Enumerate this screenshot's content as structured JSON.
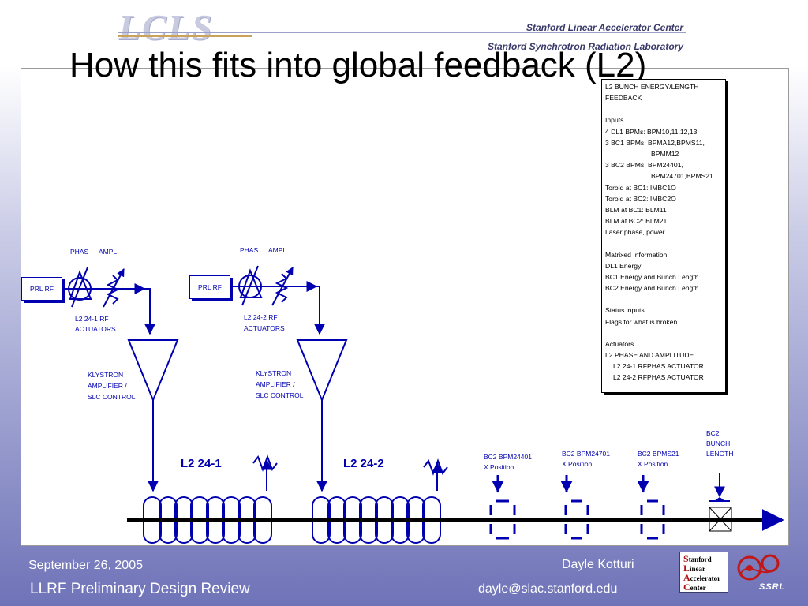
{
  "header": {
    "logo": "LCLS",
    "org1": "Stanford Linear Accelerator Center",
    "org2": "Stanford Synchrotron Radiation Laboratory",
    "title": "How this fits into global feedback (L2)"
  },
  "info_box": {
    "lines": [
      "L2 BUNCH ENERGY/LENGTH",
      "FEEDBACK",
      "",
      "Inputs",
      "4 DL1 BPMs: BPM10,11,12,13",
      "3 BC1 BPMs: BPMA12,BPMS11,",
      "BPMM12",
      "3 BC2 BPMs: BPM24401,",
      "BPM24701,BPMS21",
      "Toroid at BC1: IMBC1O",
      "Toroid at BC2: IMBC2O",
      "BLM at BC1: BLM11",
      "BLM at BC2: BLM21",
      "Laser phase, power",
      "",
      "Matrixed Information",
      "DL1 Energy",
      "BC1 Energy and Bunch Length",
      "BC2 Energy and Bunch Length",
      "",
      "Status inputs",
      "Flags for what is broken",
      "",
      "Actuators",
      "L2 PHASE AND AMPLITUDE",
      "L2 24-1 RFPHAS ACTUATOR",
      "L2 24-2 RFPHAS ACTUATOR"
    ]
  },
  "stations": [
    {
      "prl_rf": "PRL RF",
      "phas": "PHAS",
      "ampl": "AMPL",
      "actuators_line1": "L2 24-1 RF",
      "actuators_line2": "ACTUATORS",
      "klystron_line1": "KLYSTRON",
      "klystron_line2": "AMPLIFIER /",
      "klystron_line3": "SLC CONTROL",
      "section": "L2 24-1"
    },
    {
      "prl_rf": "PRL RF",
      "phas": "PHAS",
      "ampl": "AMPL",
      "actuators_line1": "L2 24-2 RF",
      "actuators_line2": "ACTUATORS",
      "klystron_line1": "KLYSTRON",
      "klystron_line2": "AMPLIFIER /",
      "klystron_line3": "SLC CONTROL",
      "section": "L2 24-2"
    }
  ],
  "monitors": [
    {
      "line1": "BC2 BPM24401",
      "line2": "X Position"
    },
    {
      "line1": "BC2 BPM24701",
      "line2": "X Position"
    },
    {
      "line1": "BC2 BPMS21",
      "line2": "X Position"
    },
    {
      "line1": "BC2",
      "line2": "BUNCH",
      "line3": "LENGTH"
    }
  ],
  "footer": {
    "date": "September 26, 2005",
    "review": "LLRF Preliminary Design Review",
    "author": "Dayle Kotturi",
    "email": "dayle@slac.stanford.edu",
    "slac_logo": {
      "l1_cap": "S",
      "l1": "tanford",
      "l2_cap": "L",
      "l2": "inear",
      "l3_cap": "A",
      "l3": "ccelerator",
      "l4_cap": "C",
      "l4": "enter"
    },
    "ssrl_logo": "SSRL"
  },
  "colors": {
    "diagram": "#0000b0",
    "background_bottom": "#6f73b8",
    "panel": "#ffffff"
  }
}
